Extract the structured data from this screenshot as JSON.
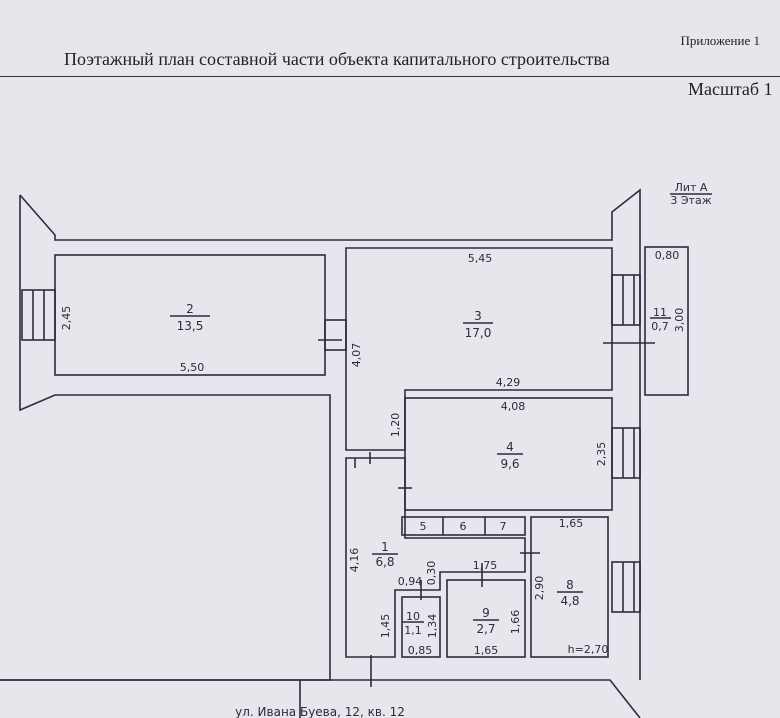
{
  "header": {
    "appendix": "Приложение 1",
    "title": "Поэтажный план составной части объекта капитального строительства",
    "scale": "Масштаб 1"
  },
  "plan": {
    "litera": "Лит А",
    "floor": "3 Этаж",
    "address": "ул. Ивана Буева, 12, кв. 12",
    "ceiling_height": "h=2,70",
    "rooms": [
      {
        "number": "1",
        "area": "6,8"
      },
      {
        "number": "2",
        "area": "13,5"
      },
      {
        "number": "3",
        "area": "17,0"
      },
      {
        "number": "4",
        "area": "9,6"
      },
      {
        "number": "5"
      },
      {
        "number": "6"
      },
      {
        "number": "7"
      },
      {
        "number": "8",
        "area": "4,8"
      },
      {
        "number": "9",
        "area": "2,7"
      },
      {
        "number": "10",
        "area": "1,1"
      },
      {
        "number": "11",
        "area": "0,7"
      }
    ],
    "dimensions": {
      "r2_height": "2,45",
      "r2_width": "5,50",
      "r3_width": "5,45",
      "r3_height": "4,07",
      "r3_bottom": "4,29",
      "r4_width": "4,08",
      "r4_height": "2,35",
      "r4_left": "1,20",
      "r1_height": "4,16",
      "r1_notch": "0,30",
      "r1_low": "1,45",
      "r10_top": "0,94",
      "r10_height": "1,34",
      "r10_bottom": "0,85",
      "r9_top": "1,75",
      "r9_height": "1,66",
      "r9_bottom": "1,65",
      "r8_top": "1,65",
      "r8_height": "2,90",
      "r11_width": "0,80",
      "r11_height": "3,00"
    }
  }
}
